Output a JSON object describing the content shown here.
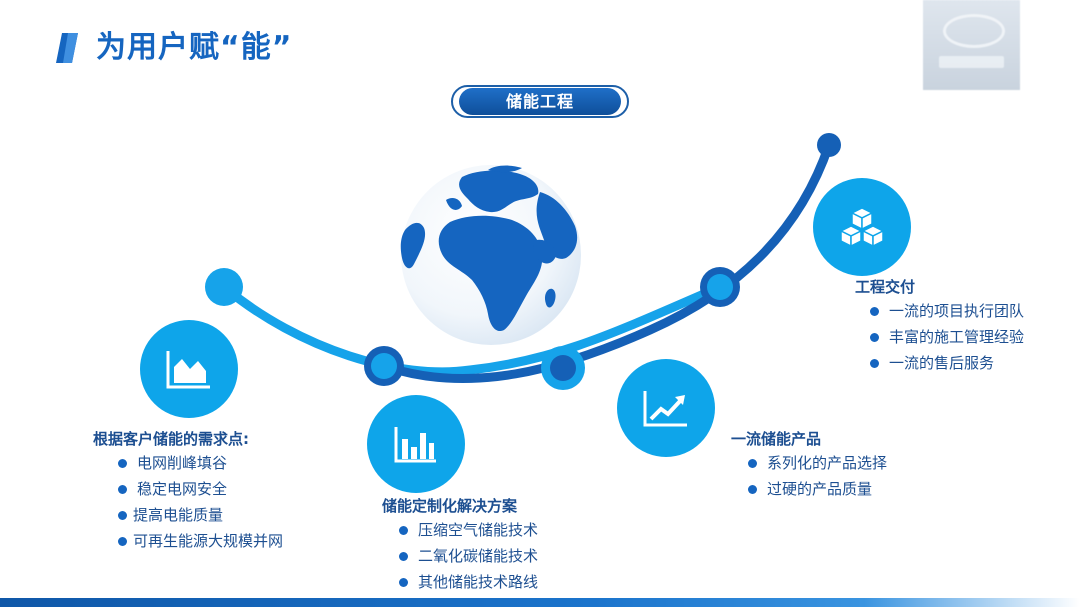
{
  "header": {
    "title": "为用户赋“能”"
  },
  "center_label": "储能工程",
  "colors": {
    "primary": "#1565c0",
    "accent": "#0ea5ea",
    "text": "#1d4f91"
  },
  "groups": [
    {
      "title": "根据客户储能的需求点:",
      "icon": "area-chart-icon",
      "items": [
        "电网削峰填谷",
        "稳定电网安全",
        "提高电能质量",
        "可再生能源大规模并网"
      ]
    },
    {
      "title": "储能定制化解决方案",
      "icon": "bar-chart-icon",
      "items": [
        "压缩空气储能技术",
        "二氧化碳储能技术",
        "其他储能技术路线"
      ]
    },
    {
      "title": "一流储能产品",
      "icon": "trend-up-icon",
      "items": [
        "系列化的产品选择",
        "过硬的产品质量"
      ]
    },
    {
      "title": "工程交付",
      "icon": "boxes-icon",
      "items": [
        "一流的项目执行团队",
        "丰富的施工管理经验",
        "一流的售后服务"
      ]
    }
  ]
}
